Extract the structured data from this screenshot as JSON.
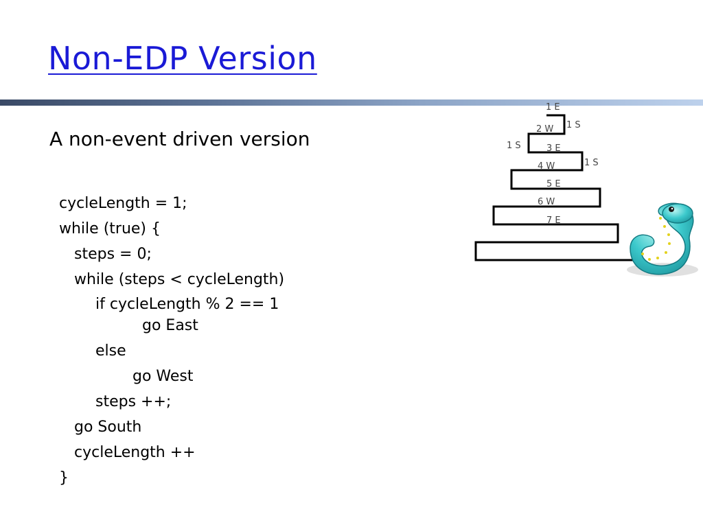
{
  "title": "Non-EDP Version",
  "subtitle": "A non-event driven version",
  "code_lines": [
    "cycleLength = 1;",
    "while (true) {",
    "steps = 0;",
    "while (steps < cycleLength)",
    "if cycleLength % 2 == 1",
    "go East",
    "else",
    "go West",
    "steps ++;",
    "go South",
    "cycleLength ++",
    "}"
  ],
  "diagram": {
    "labels": [
      "1 E",
      "2 W",
      "1 S",
      "1 S",
      "3 E",
      "4 W",
      "1 S",
      "5 E",
      "6 W",
      "7 E"
    ],
    "snake_icon": "snake-icon"
  },
  "colors": {
    "title": "#1a1ad6",
    "rule_dark": "#3a4a66",
    "rule_light": "#bdd1ec",
    "snake": "#2fc4c8"
  }
}
